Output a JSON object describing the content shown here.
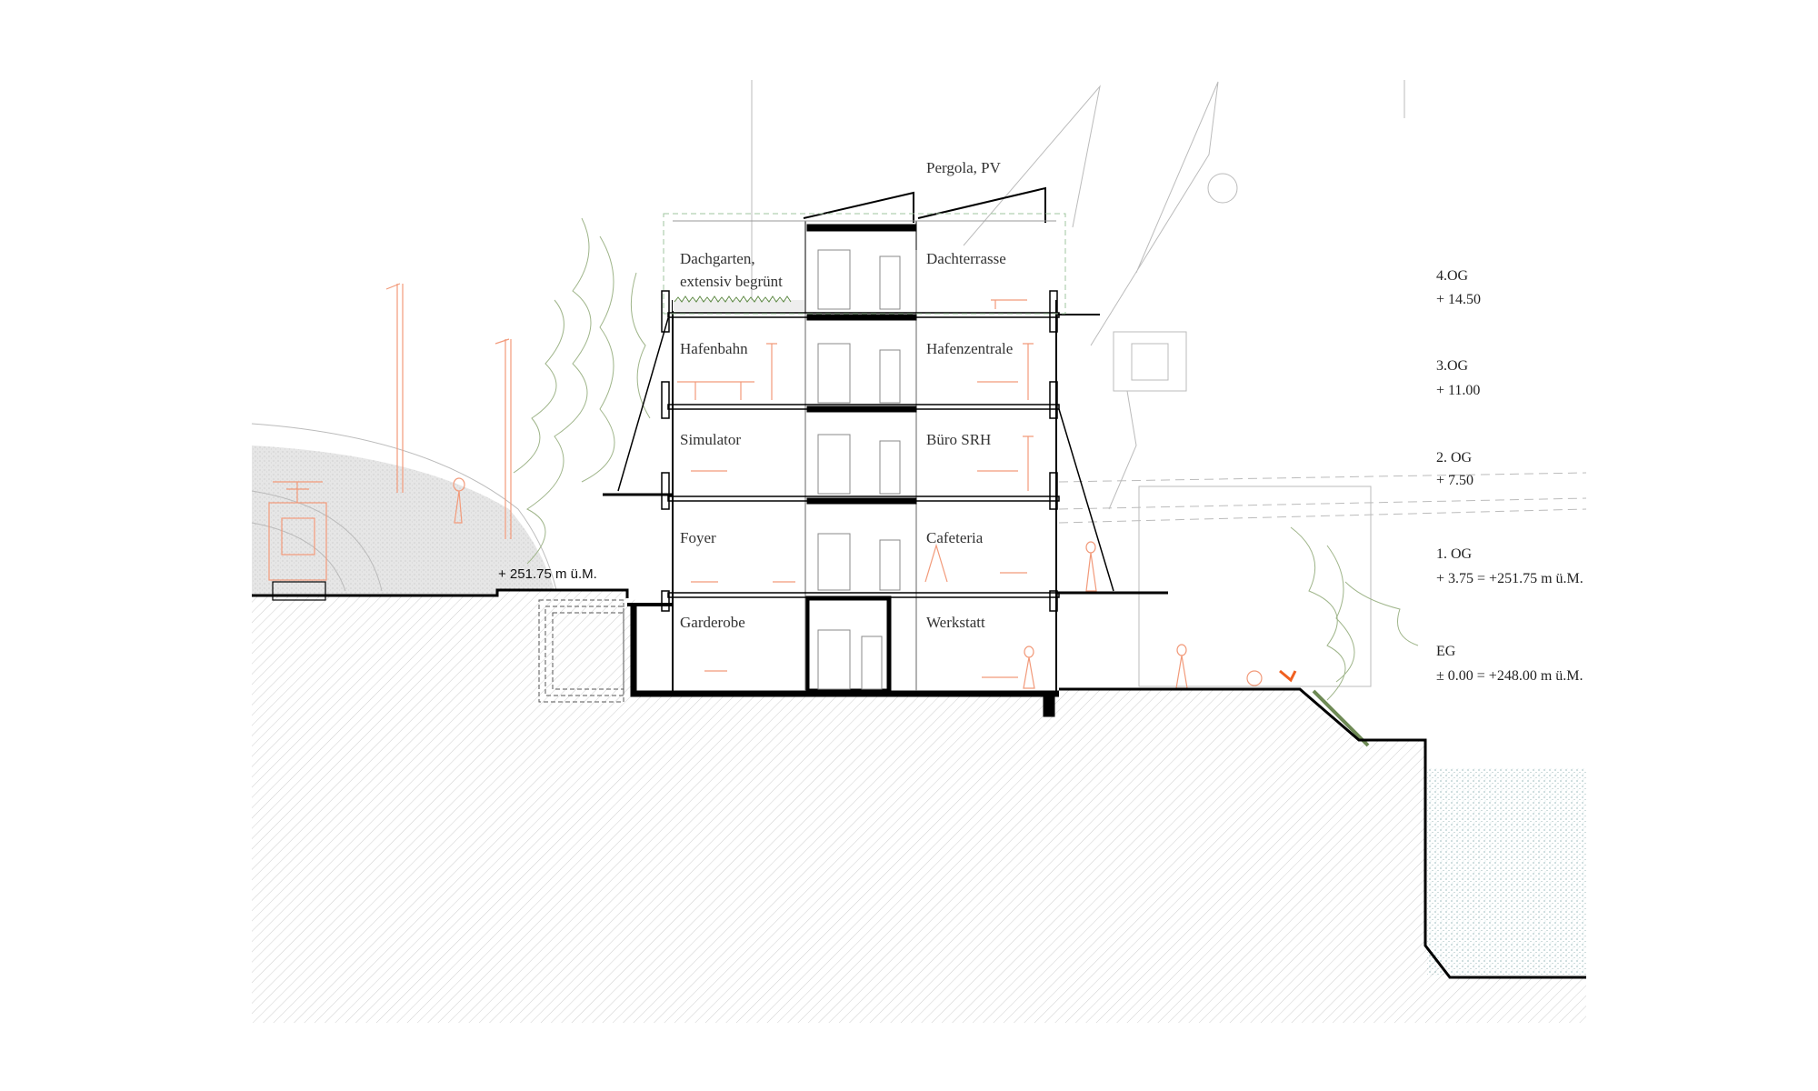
{
  "title_labels": {
    "pergola": "Pergola, PV",
    "ground_elevation_left": "+ 251.75 m ü.M."
  },
  "rooms": [
    {
      "name": "Dachgarten,",
      "name2": "extensiv begrünt"
    },
    {
      "name": "Dachterrasse"
    },
    {
      "name": "Hafenbahn"
    },
    {
      "name": "Hafenzentrale"
    },
    {
      "name": "Simulator"
    },
    {
      "name": "Büro SRH"
    },
    {
      "name": "Foyer"
    },
    {
      "name": "Cafeteria"
    },
    {
      "name": "Garderobe"
    },
    {
      "name": "Werkstatt"
    }
  ],
  "levels": [
    {
      "name": "4.OG",
      "elevation": "+ 14.50"
    },
    {
      "name": "3.OG",
      "elevation": "+ 11.00"
    },
    {
      "name": "2. OG",
      "elevation": "+ 7.50"
    },
    {
      "name": "1. OG",
      "elevation": "+ 3.75 = +251.75 m ü.M."
    },
    {
      "name": "EG",
      "elevation": "± 0.00 = +248.00 m ü.M."
    }
  ],
  "colors": {
    "furniture": "#f29a7a",
    "vegetation": "#9fb58a",
    "water": "#4f8a8a",
    "structure": "#000000"
  }
}
